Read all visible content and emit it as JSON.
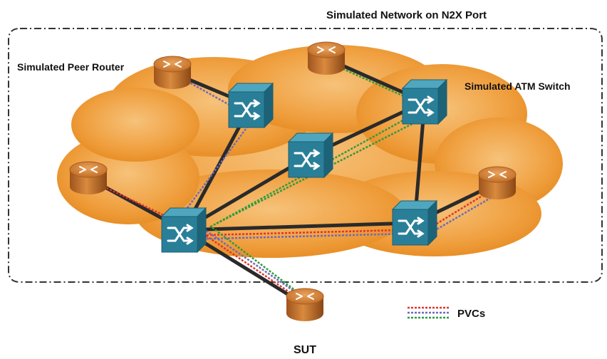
{
  "title": "Simulated Network on N2X Port",
  "labels": {
    "peer_router": "Simulated Peer Router",
    "atm_switch": "Simulated ATM Switch",
    "sut": "SUT"
  },
  "legend": {
    "label": "PVCs",
    "colors": [
      "#e0342c",
      "#6e6ab8",
      "#2d9b3e"
    ]
  },
  "colors": {
    "cloud": "#f0a040",
    "switch_face": "#2a7f98",
    "router": "#c7772e",
    "link": "#2a2a2a",
    "boundary": "#333333"
  },
  "nodes": [
    {
      "id": "router-top-left",
      "kind": "router"
    },
    {
      "id": "router-top-middle",
      "kind": "router"
    },
    {
      "id": "router-left",
      "kind": "router"
    },
    {
      "id": "router-right",
      "kind": "router"
    },
    {
      "id": "router-sut",
      "kind": "router"
    },
    {
      "id": "switch-top-left",
      "kind": "switch"
    },
    {
      "id": "switch-top-right",
      "kind": "switch"
    },
    {
      "id": "switch-center",
      "kind": "switch"
    },
    {
      "id": "switch-hub",
      "kind": "switch"
    },
    {
      "id": "switch-bottom-right",
      "kind": "switch"
    }
  ],
  "links": [
    [
      "router-top-left",
      "switch-top-left"
    ],
    [
      "router-top-middle",
      "switch-top-right"
    ],
    [
      "switch-top-left",
      "switch-hub"
    ],
    [
      "switch-center",
      "switch-hub"
    ],
    [
      "switch-center",
      "switch-top-right"
    ],
    [
      "switch-top-right",
      "switch-bottom-right"
    ],
    [
      "switch-hub",
      "switch-bottom-right"
    ],
    [
      "switch-bottom-right",
      "router-right"
    ],
    [
      "router-left",
      "switch-hub"
    ],
    [
      "switch-hub",
      "router-sut"
    ]
  ]
}
